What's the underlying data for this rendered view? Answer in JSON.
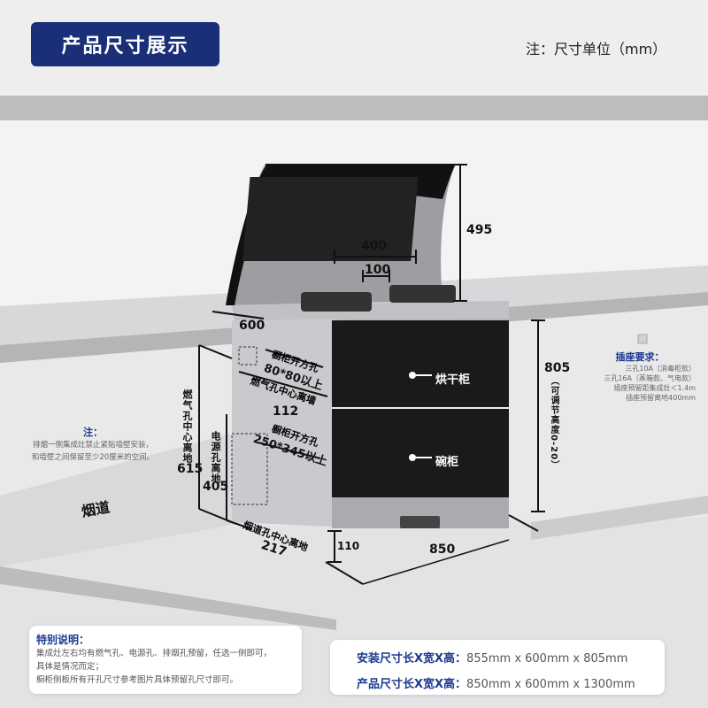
{
  "header": {
    "title": "产品尺寸展示",
    "unit_note": "注：尺寸单位（mm）"
  },
  "dimensions": {
    "hood_height": "495",
    "burner_span": "400",
    "burner_gap": "100",
    "depth": "600",
    "height": "805",
    "height_note": "（可调节高度0-20）",
    "width": "850",
    "base_height": "110",
    "gas_hole_height_label": "燃气孔中心离地",
    "gas_hole_height": "615",
    "power_hole_height_label": "电源孔离地",
    "power_hole_height": "405",
    "gas_hole_wall_label": "燃气孔中心离墙",
    "gas_hole_wall": "112",
    "cabinet_hole_small_label": "橱柜开方孔",
    "cabinet_hole_small": "80*80以上",
    "cabinet_hole_large_label": "橱柜开方孔",
    "cabinet_hole_large": "250*345以上",
    "flue_hole_label": "烟道孔中心离地",
    "flue_hole": "217"
  },
  "labels": {
    "dryer": "烘干柜",
    "cupboard": "碗柜",
    "flue": "烟道"
  },
  "left_note": {
    "title": "注：",
    "lines": [
      "排烟一侧集成灶禁止紧贴墙壁安装，",
      "和墙壁之间保留至少20厘米的空间。"
    ]
  },
  "socket": {
    "title": "插座要求：",
    "lines": [
      "三孔10A（消毒柜款）",
      "三孔16A（蒸箱款、气电款）",
      "插座预留距集成灶＜1.4m",
      "插座预留离地400mm"
    ]
  },
  "special_note": {
    "title": "特别说明：",
    "lines": [
      "集成灶左右均有燃气孔、电源孔、排烟孔预留，任选一侧即可，",
      "具体是情况而定；",
      "橱柜侧板所有开孔尺寸参考图片具体预留孔尺寸即可。"
    ]
  },
  "specs": [
    {
      "key": "安装尺寸长X宽X高：",
      "value": "855mm x 600mm x 805mm"
    },
    {
      "key": "产品尺寸长X宽X高：",
      "value": "850mm x 600mm x 1300mm"
    }
  ],
  "colors": {
    "brand_navy": "#1b2f78",
    "text_blue": "#1b3a8f"
  }
}
